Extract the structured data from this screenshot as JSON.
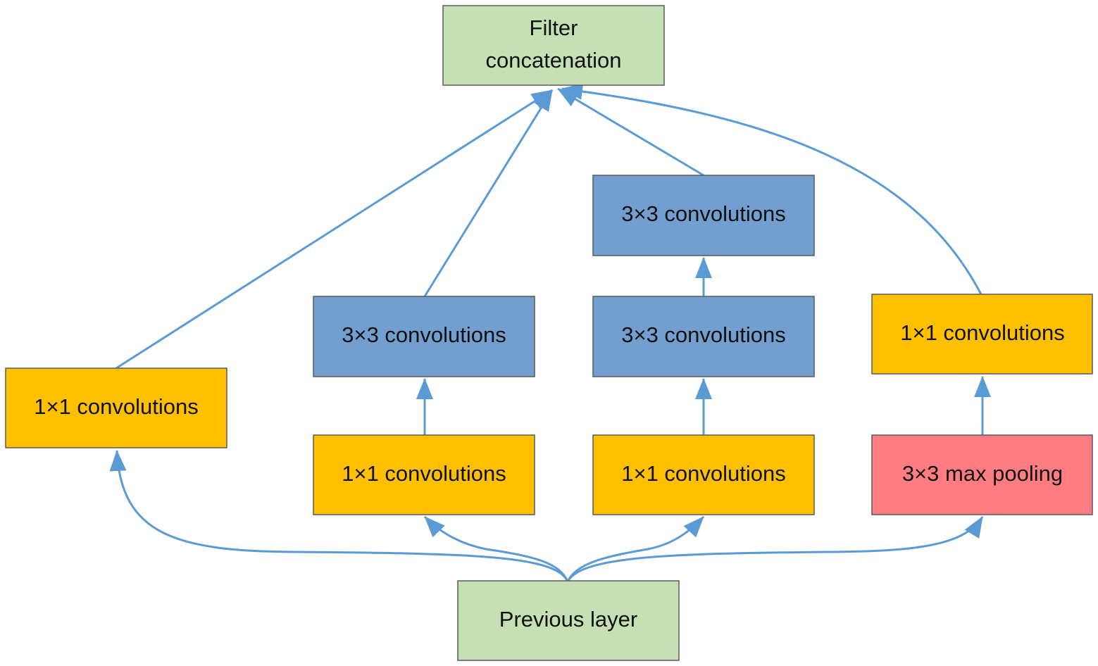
{
  "colors": {
    "arrow": "#5b9bd5",
    "concat": "#c5e0b4",
    "previous": "#c5e0b4",
    "conv1x1": "#ffc000",
    "conv3x3": "#729fcf",
    "pool": "#ff7c80"
  },
  "nodes": {
    "filter_concat": {
      "line1": "Filter",
      "line2": "concatenation"
    },
    "previous_layer": {
      "label": "Previous layer"
    },
    "b1_conv1x1": {
      "label": "1×1 convolutions"
    },
    "b2_conv1x1": {
      "label": "1×1 convolutions"
    },
    "b2_conv3x3": {
      "label": "3×3 convolutions"
    },
    "b3_conv1x1": {
      "label": "1×1 convolutions"
    },
    "b3_conv3x3_a": {
      "label": "3×3 convolutions"
    },
    "b3_conv3x3_b": {
      "label": "3×3 convolutions"
    },
    "b4_maxpool": {
      "label": "3×3 max pooling"
    },
    "b4_conv1x1": {
      "label": "1×1 convolutions"
    }
  }
}
